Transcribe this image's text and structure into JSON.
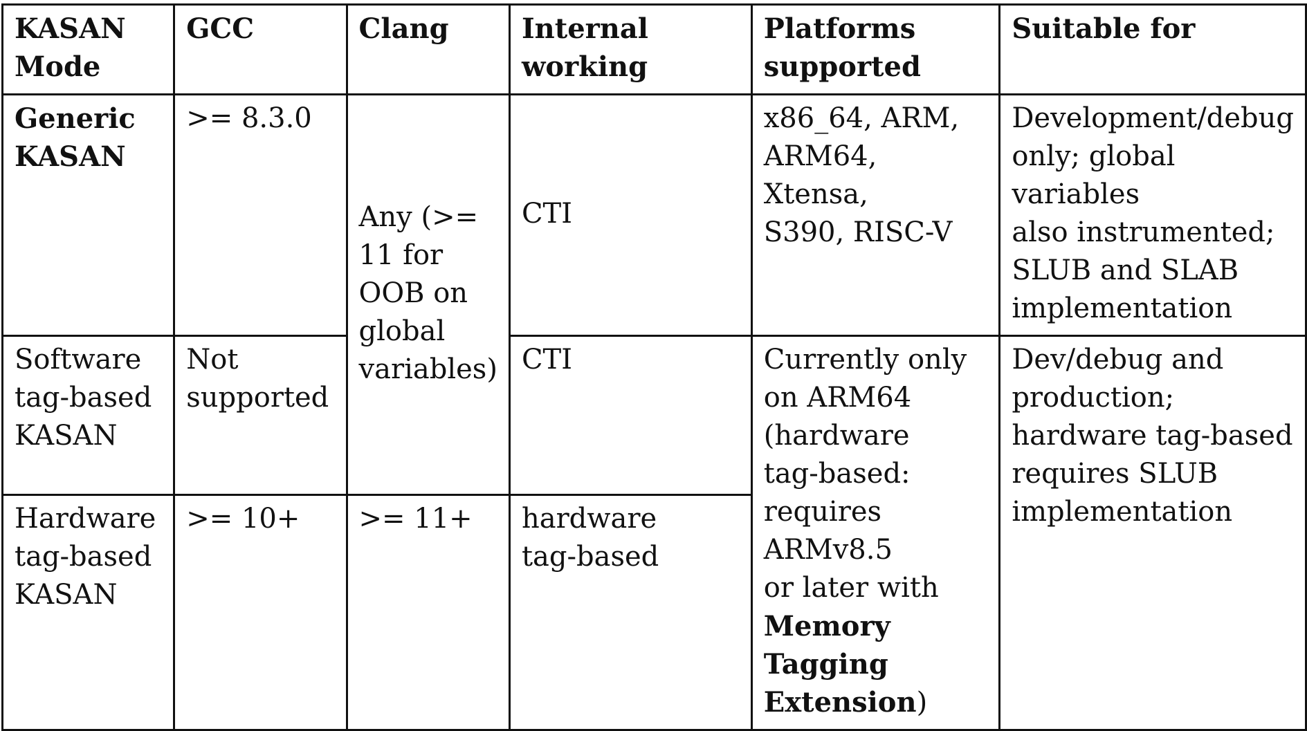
{
  "header": {
    "mode": [
      "KASAN",
      "Mode"
    ],
    "gcc": "GCC",
    "clang": "Clang",
    "internal": "Internal working",
    "platforms": [
      "Platforms",
      "supported"
    ],
    "suitable": "Suitable for"
  },
  "rows": {
    "generic": {
      "mode": [
        "Generic",
        "KASAN"
      ],
      "gcc": ">= 8.3.0",
      "internal": "CTI",
      "platforms": [
        "x86_64, ARM,",
        "ARM64, Xtensa,",
        "S390, RISC-V"
      ],
      "suitable": [
        "Development/debug",
        "only; global variables",
        "also instrumented;",
        "SLUB and SLAB",
        "implementation"
      ]
    },
    "software": {
      "mode": [
        "Software",
        "tag-based",
        "KASAN"
      ],
      "gcc": [
        "Not",
        "supported"
      ],
      "internal": "CTI"
    },
    "hardware": {
      "mode": [
        "Hardware",
        "tag-based",
        "KASAN"
      ],
      "gcc": ">= 10+",
      "clang": ">= 11+",
      "internal": [
        "hardware",
        "tag-based"
      ]
    },
    "shared_clang": [
      "Any (>=",
      "11 for",
      "OOB on",
      "global",
      "variables)"
    ],
    "shared_platforms": {
      "lines": [
        "Currently only",
        "on ARM64",
        "(hardware",
        "tag-based:",
        "requires ARMv8.5",
        "or later with"
      ],
      "bold_lines": [
        "Memory Tagging",
        "Extension"
      ],
      "trailing": ")"
    },
    "shared_suitable": [
      "Dev/debug and",
      "production;",
      "hardware tag-based",
      "requires SLUB",
      "implementation"
    ]
  }
}
